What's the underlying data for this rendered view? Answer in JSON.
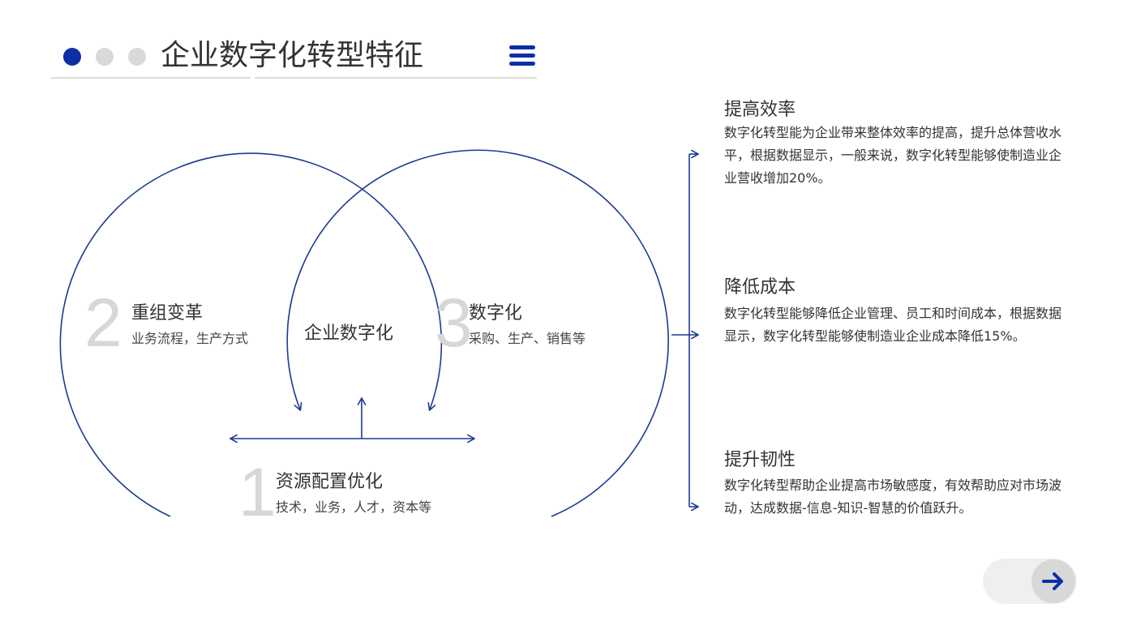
{
  "header": {
    "title": "企业数字化转型特征",
    "dots": [
      "active",
      "inactive",
      "inactive"
    ],
    "menu_icon": "hamburger-menu-icon"
  },
  "diagram": {
    "center_label": "企业数字化",
    "blocks": [
      {
        "number": "2",
        "title": "重组变革",
        "subtitle": "业务流程，生产方式"
      },
      {
        "number": "3",
        "title": "数字化",
        "subtitle": "采购、生产、销售等"
      },
      {
        "number": "1",
        "title": "资源配置优化",
        "subtitle": "技术，业务，人才，资本等"
      }
    ]
  },
  "features": [
    {
      "title": "提高效率",
      "body": "数字化转型能为企业带来整体效率的提高，提升总体营收水平，根据数据显示，一般来说，数字化转型能够使制造业企业营收增加20%。"
    },
    {
      "title": "降低成本",
      "body": "数字化转型能够降低企业管理、员工和时间成本，根据数据显示，数字化转型能够使制造业企业成本降低15%。"
    },
    {
      "title": "提升韧性",
      "body": "数字化转型帮助企业提高市场敏感度，有效帮助应对市场波动，达成数据-信息-知识-智慧的价值跃升。"
    }
  ],
  "nav": {
    "next_icon": "arrow-right-icon"
  },
  "colors": {
    "accent": "#0c2fa6",
    "line": "#1d3a93",
    "muted": "#d7d7d7"
  }
}
